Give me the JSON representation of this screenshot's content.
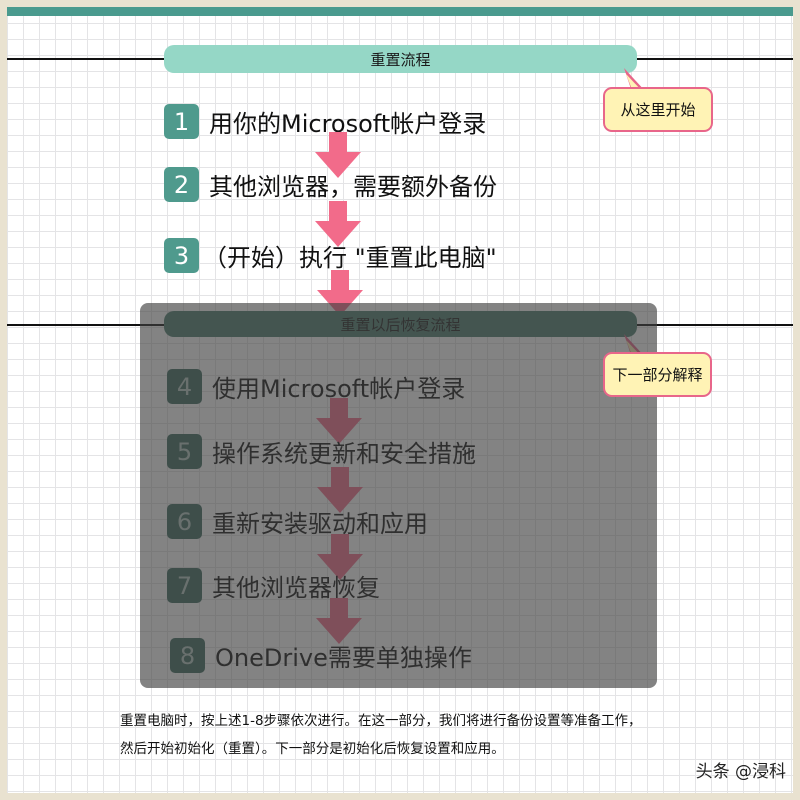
{
  "header": {
    "title": "重置流程"
  },
  "callouts": {
    "start": "从这里开始",
    "next": "下一部分解释"
  },
  "steps_current": [
    {
      "num": "1",
      "text": "用你的Microsoft帐户登录"
    },
    {
      "num": "2",
      "text": "其他浏览器，需要额外备份"
    },
    {
      "num": "3",
      "text": "（开始）执行 \"重置此电脑\""
    }
  ],
  "section2": {
    "title": "重置以后恢复流程"
  },
  "steps_after": [
    {
      "num": "4",
      "text": "使用Microsoft帐户登录"
    },
    {
      "num": "5",
      "text": "操作系统更新和安全措施"
    },
    {
      "num": "6",
      "text": "重新安装驱动和应用"
    },
    {
      "num": "7",
      "text": "其他浏览器恢复"
    },
    {
      "num": "8",
      "text": "OneDrive需要单独操作"
    }
  ],
  "note": {
    "line1": "重置电脑时，按上述1-8步骤依次进行。在这一部分，我们将进行备份设置等准备工作，",
    "line2": "然后开始初始化（重置）。下一部分是初始化后恢复设置和应用。"
  },
  "watermark": "头条 @浸科",
  "colors": {
    "accent_teal": "#4f9a8d",
    "pill_mint": "#95d7c6",
    "arrow_pink": "#f26b8a",
    "callout_fill": "#fff3b5",
    "callout_border": "#e8668a"
  }
}
